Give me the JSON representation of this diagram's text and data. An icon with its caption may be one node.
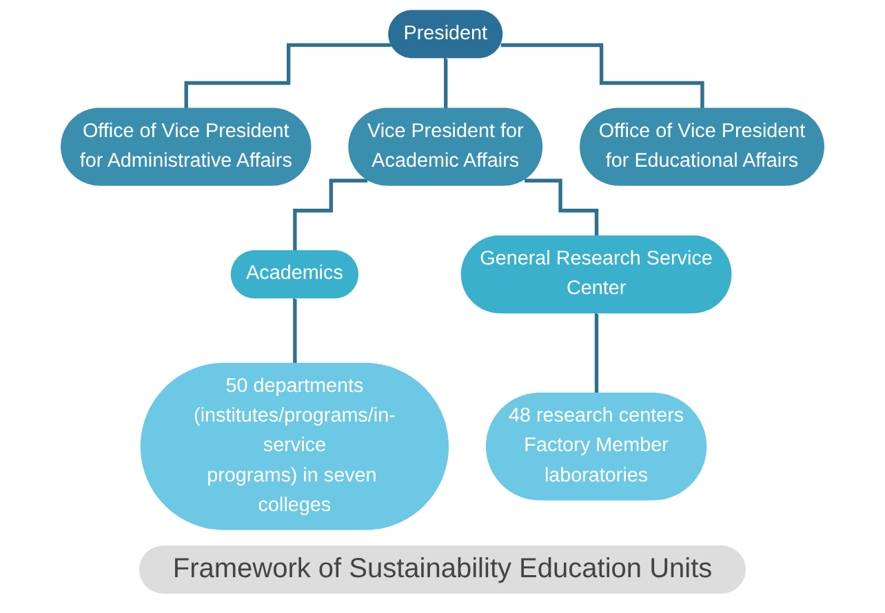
{
  "diagram": {
    "caption": "Framework of Sustainability Education Units",
    "nodes": [
      {
        "text": [
          "President"
        ]
      },
      {
        "text": [
          "Office of Vice President for Administrative Affairs"
        ]
      },
      {
        "text": [
          "Vice President for Academic Affairs"
        ]
      },
      {
        "text": [
          "Office of Vice President for Educational Affairs"
        ]
      },
      {
        "text": [
          "Academics"
        ]
      },
      {
        "text": [
          "General Research Service Center"
        ]
      },
      {
        "text": [
          "50 departments (institutes/programs/in-service programs) in seven colleges"
        ]
      },
      {
        "text": [
          "48 research centers Factory Member laboratories"
        ]
      }
    ],
    "edges": [
      {
        "from": 0,
        "to": 1,
        "arrow": "none"
      },
      {
        "from": 0,
        "to": 2,
        "arrow": "none"
      },
      {
        "from": 0,
        "to": 3,
        "arrow": "none"
      },
      {
        "from": 2,
        "to": 4,
        "arrow": "none"
      },
      {
        "from": 2,
        "to": 5,
        "arrow": "none"
      },
      {
        "from": 4,
        "to": 6,
        "arrow": "none"
      },
      {
        "from": 5,
        "to": 7,
        "arrow": "none"
      }
    ]
  }
}
